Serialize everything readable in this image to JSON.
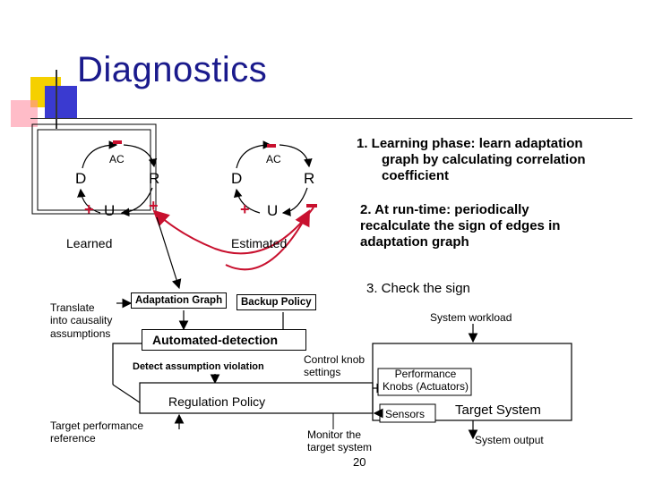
{
  "slide": {
    "title": "Diagnostics",
    "page_number": "20"
  },
  "left_graph": {
    "node_ac": "AC",
    "node_d": "D",
    "node_r": "R",
    "node_u": "U",
    "caption": "Learned",
    "sign_du": "+",
    "sign_ur": "+"
  },
  "right_graph": {
    "node_ac": "AC",
    "node_d": "D",
    "node_r": "R",
    "node_u": "U",
    "caption": "Estimated",
    "sign_du": "+"
  },
  "steps": {
    "step1": [
      "1. Learning phase: learn adaptation",
      "graph by calculating correlation",
      "coefficient"
    ],
    "step2": [
      "2. At run-time: periodically",
      "recalculate the sign of edges in",
      "adaptation  graph"
    ],
    "step3": "3. Check the sign"
  },
  "blocks": {
    "translate": [
      "Translate",
      "into causality",
      "assumptions"
    ],
    "adaptation_graph": "Adaptation Graph",
    "backup_policy": "Backup Policy",
    "automated_detection": "Automated-detection",
    "detect_violation": "Detect assumption violation",
    "regulation_policy": "Regulation Policy",
    "target_performance": [
      "Target performance",
      "reference"
    ],
    "control_knob": [
      "Control knob",
      "settings"
    ],
    "performance_knobs": [
      "Performance",
      "Knobs (Actuators)"
    ],
    "sensors": "Sensors",
    "target_system": "Target System",
    "system_workload": "System workload",
    "system_output": "System output",
    "monitor": [
      "Monitor the",
      "target system"
    ]
  },
  "colors": {
    "title": "#1a1a8c",
    "negative_edge": "#c8102e",
    "accent_yellow": "#f5d000",
    "accent_blue": "#3a3ad0",
    "accent_pink": "#ff6680"
  }
}
